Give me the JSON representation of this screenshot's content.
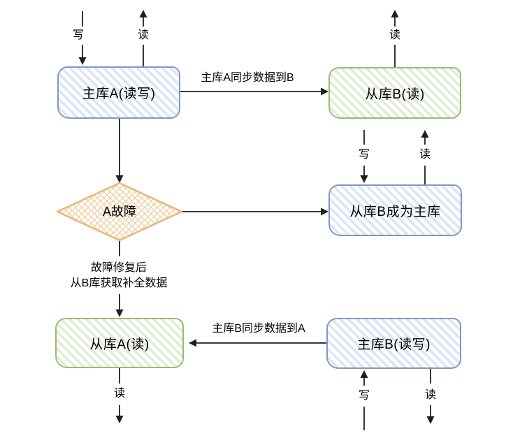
{
  "colors": {
    "line": "#1f1f1f",
    "text": "#000000",
    "background": "#ffffff",
    "blue_border": "#8098c8",
    "blue_stripe": "#dbe5f6",
    "green_border": "#97bc74",
    "green_stripe": "#e0ecd3",
    "orange_border": "#e7b77c",
    "orange_hatch": "#f0cf9f"
  },
  "nodes": {
    "master_a": {
      "label": "主库A(读写)",
      "style": "blue"
    },
    "slave_b": {
      "label": "从库B(读)",
      "style": "green"
    },
    "slave_b_promoted": {
      "label": "从库B成为主库",
      "style": "blue"
    },
    "slave_a": {
      "label": "从库A(读)",
      "style": "green"
    },
    "master_b": {
      "label": "主库B(读写)",
      "style": "blue"
    },
    "failure": {
      "label": "A故障",
      "style": "orange-diamond"
    }
  },
  "edges": {
    "sync_a_to_b": "主库A同步数据到B",
    "sync_b_to_a": "主库B同步数据到A",
    "repair_line1": "故障修复后",
    "repair_line2": "从B库获取补全数据"
  },
  "ports": {
    "write": "写",
    "read": "读"
  }
}
